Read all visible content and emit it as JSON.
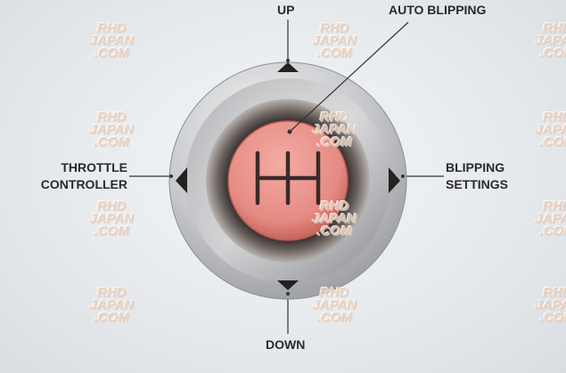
{
  "labels": {
    "up": "UP",
    "down": "DOWN",
    "auto_blipping": "AUTO BLIPPING",
    "throttle_controller": [
      "THROTTLE",
      "CONTROLLER"
    ],
    "blipping_settings": [
      "BLIPPING",
      "SETTINGS"
    ]
  },
  "watermark": [
    "RHD",
    "JAPAN",
    ".COM"
  ],
  "colors": {
    "button": "#e8908a",
    "ring": "#c9cbce",
    "text": "#2a2a2a"
  }
}
